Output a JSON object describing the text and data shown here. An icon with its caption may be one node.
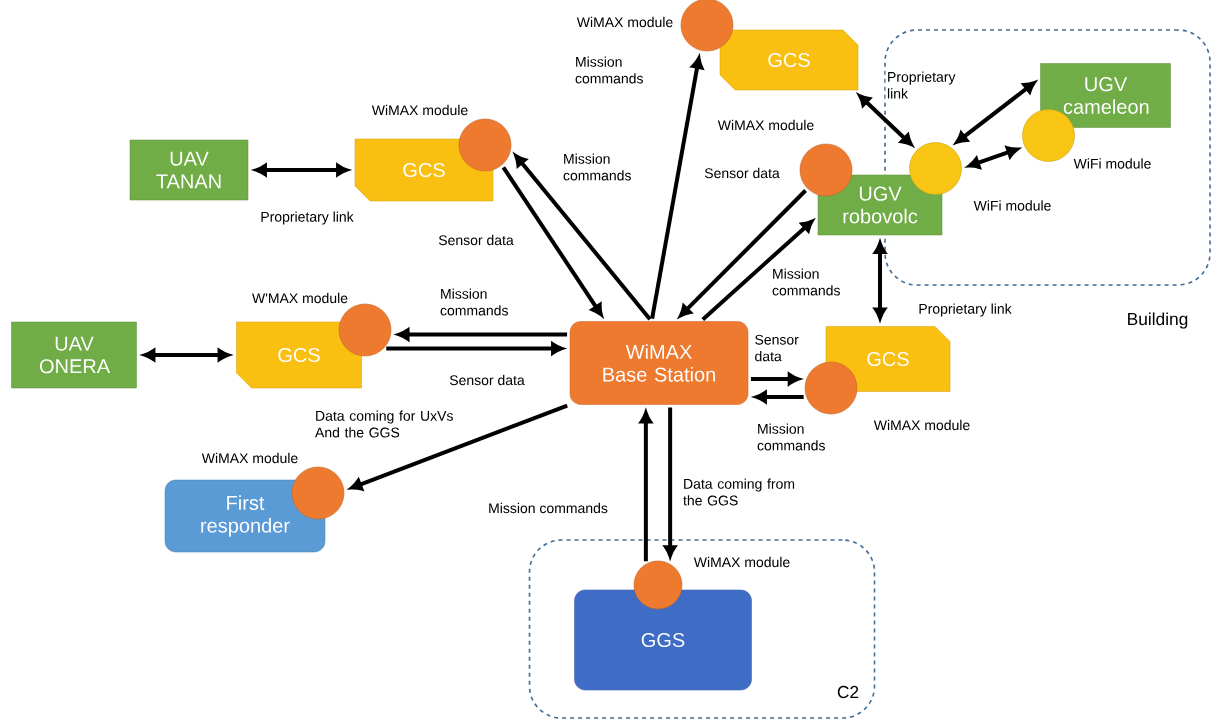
{
  "diagram": {
    "nodes": [
      {
        "text": [
          "UAV TANAN"
        ]
      },
      {
        "text": [
          "GCS"
        ]
      },
      {
        "text": [],
        "shape": "circle",
        "beside": [
          "WiMAX module"
        ]
      },
      {
        "text": [
          "GCS"
        ]
      },
      {
        "text": [],
        "shape": "circle",
        "beside": [
          "WiMAX module"
        ]
      },
      {
        "text": [
          "Building"
        ]
      },
      {
        "text": [
          "UGV robovolc"
        ]
      },
      {
        "text": [],
        "shape": "circle",
        "beside": [
          "WiMAX module"
        ]
      },
      {
        "text": [],
        "shape": "circle",
        "beside": [
          "WiFi module"
        ],
        "in": 5
      },
      {
        "text": [
          "UGV cameleon"
        ],
        "in": 5
      },
      {
        "text": [],
        "shape": "circle",
        "beside": [
          "WiFi module"
        ],
        "in": 5
      },
      {
        "text": [
          "UAV ONERA"
        ]
      },
      {
        "text": [
          "GCS"
        ]
      },
      {
        "text": [],
        "shape": "circle",
        "beside": [
          "W'MAX module"
        ]
      },
      {
        "text": [
          "WiMAX Base Station"
        ]
      },
      {
        "text": [
          "GCS"
        ]
      },
      {
        "text": [],
        "shape": "circle",
        "beside": [
          "WiMAX module"
        ]
      },
      {
        "text": [
          "First responder"
        ]
      },
      {
        "text": [],
        "shape": "circle",
        "beside": [
          "WiMAX module"
        ]
      },
      {
        "text": [
          "C2"
        ]
      },
      {
        "text": [
          "GGS"
        ],
        "in": 19
      },
      {
        "text": [],
        "shape": "circle",
        "beside": [
          "WiMAX module"
        ],
        "in": 19
      }
    ],
    "edges": [
      {
        "from": 0,
        "to": 1,
        "arrow": "both",
        "label": "Proprietary link"
      },
      {
        "from": 14,
        "to": 2,
        "arrow": "to",
        "label": "Mission commands"
      },
      {
        "from": 2,
        "to": 14,
        "arrow": "to",
        "label": "Sensor data"
      },
      {
        "from": 14,
        "to": 4,
        "arrow": "to",
        "label": "Mission commands"
      },
      {
        "from": 7,
        "to": 14,
        "arrow": "to",
        "label": "Sensor data"
      },
      {
        "from": 14,
        "to": 6,
        "arrow": "to",
        "label": "Mission commands"
      },
      {
        "from": 3,
        "to": 8,
        "arrow": "both",
        "label": "Proprietary link"
      },
      {
        "from": 8,
        "to": 9,
        "arrow": "both"
      },
      {
        "from": 8,
        "to": 10,
        "arrow": "both"
      },
      {
        "from": 6,
        "to": 15,
        "arrow": "both",
        "label": "Proprietary link"
      },
      {
        "from": 14,
        "to": 13,
        "arrow": "to",
        "label": "Mission commands"
      },
      {
        "from": 13,
        "to": 14,
        "arrow": "to",
        "label": "Sensor data"
      },
      {
        "from": 14,
        "to": 16,
        "arrow": "to",
        "label": "Sensor data"
      },
      {
        "from": 16,
        "to": 14,
        "arrow": "to",
        "label": "Mission commands"
      },
      {
        "from": 14,
        "to": 18,
        "arrow": "to",
        "label": "Data coming for UxVs And the GGS"
      },
      {
        "from": 21,
        "to": 14,
        "arrow": "to",
        "label": "Mission commands"
      },
      {
        "from": 14,
        "to": 21,
        "arrow": "to",
        "label": "Data coming from the GGS"
      },
      {
        "from": 11,
        "to": 12,
        "arrow": "both"
      }
    ]
  }
}
